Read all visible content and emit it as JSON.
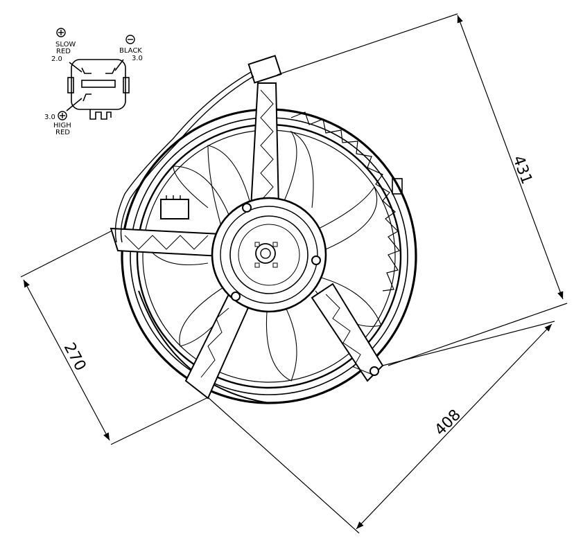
{
  "connector": {
    "slow_label": "SLOW",
    "slow_color": "RED",
    "slow_gauge": "2.0",
    "black_label": "BLACK",
    "black_gauge": "3.0",
    "high_gauge": "3.0",
    "high_label": "HIGH",
    "high_color": "RED"
  },
  "dimensions": {
    "height": "431",
    "width": "408",
    "depth": "270"
  },
  "colors": {
    "line": "#000000",
    "background": "#ffffff"
  }
}
